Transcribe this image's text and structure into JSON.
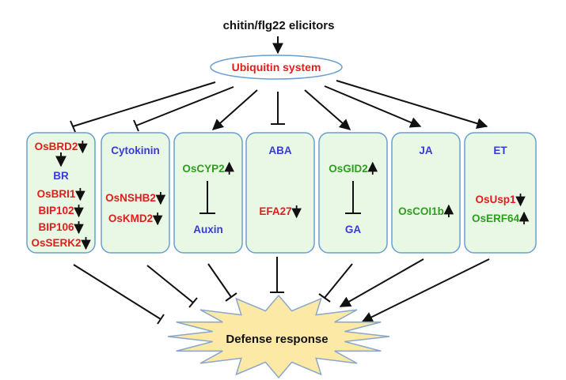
{
  "colors": {
    "red": "#e31c1c",
    "blue": "#3a3ad6",
    "green": "#2f9e1f",
    "box_fill": "#e8f8e4",
    "box_stroke": "#6a9fd0",
    "ellipse_stroke": "#6a9fd0",
    "star_fill": "#fde9a6",
    "star_stroke": "#8aa7c9",
    "black": "#111111"
  },
  "top_label": "chitin/flg22 elicitors",
  "ubiquitin": "Ubiquitin system",
  "defense": "Defense response",
  "boxes": [
    {
      "id": "br",
      "items": [
        {
          "text": "OsBRD2",
          "color": "red",
          "arrow": "down"
        },
        {
          "text": "BR",
          "color": "blue"
        },
        {
          "text": "OsBRI1",
          "color": "red",
          "arrow": "down"
        },
        {
          "text": "BIP102",
          "color": "red",
          "arrow": "down"
        },
        {
          "text": "BIP106",
          "color": "red",
          "arrow": "down"
        },
        {
          "text": "OsSERK2",
          "color": "red",
          "arrow": "down"
        }
      ]
    },
    {
      "id": "cytokinin",
      "items": [
        {
          "text": "Cytokinin",
          "color": "blue"
        },
        {
          "text": "OsNSHB2",
          "color": "red",
          "arrow": "down"
        },
        {
          "text": "OsKMD2",
          "color": "red",
          "arrow": "down"
        }
      ]
    },
    {
      "id": "auxin",
      "items": [
        {
          "text": "OsCYP2",
          "color": "green",
          "arrow": "up"
        },
        {
          "text": "Auxin",
          "color": "blue"
        }
      ]
    },
    {
      "id": "aba",
      "items": [
        {
          "text": "ABA",
          "color": "blue"
        },
        {
          "text": "EFA27",
          "color": "red",
          "arrow": "down"
        }
      ]
    },
    {
      "id": "ga",
      "items": [
        {
          "text": "OsGID2",
          "color": "green",
          "arrow": "up"
        },
        {
          "text": "GA",
          "color": "blue"
        }
      ]
    },
    {
      "id": "ja",
      "items": [
        {
          "text": "JA",
          "color": "blue"
        },
        {
          "text": "OsCOI1b",
          "color": "green",
          "arrow": "up"
        }
      ]
    },
    {
      "id": "et",
      "items": [
        {
          "text": "ET",
          "color": "blue"
        },
        {
          "text": "OsUsp1",
          "color": "red",
          "arrow": "down"
        },
        {
          "text": "OsERF64",
          "color": "green",
          "arrow": "up"
        }
      ]
    }
  ]
}
